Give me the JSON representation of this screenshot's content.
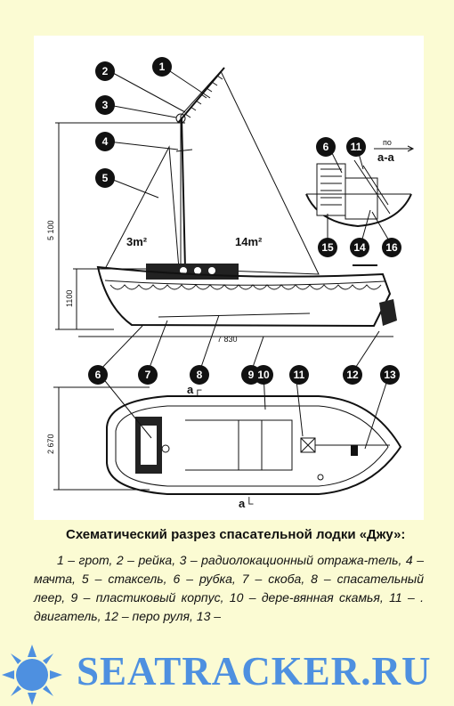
{
  "diagram": {
    "callouts": [
      "1",
      "2",
      "3",
      "4",
      "5",
      "6",
      "7",
      "8",
      "9",
      "10",
      "11",
      "12",
      "13",
      "6",
      "11",
      "14",
      "15",
      "16"
    ],
    "sail_areas": {
      "jib": "3m²",
      "main": "14m²"
    },
    "dimensions": {
      "mast_height": "5 100",
      "hull_height": "1100",
      "length": "7 830",
      "beam": "2 670"
    },
    "section_marks": {
      "upper": "a┌",
      "lower": "a└",
      "section_label_top": "по",
      "section_label": "а-а"
    }
  },
  "caption": {
    "title": "Схематический разрез спасательной лодки «Джу»:",
    "legend": "1 – грот, 2 – рейка, 3 – радиолокационный отража-тель, 4 – мачта, 5 – стаксель, 6 – рубка, 7 – скоба, 8 – спасательный леер, 9 – пластиковый корпус, 10 – дере-вянная скамья, 11 – . двигатель, 12 – перо руля, 13 –"
  },
  "watermark": {
    "text": "SEATRACKER.RU",
    "color": "#4E90E0"
  }
}
